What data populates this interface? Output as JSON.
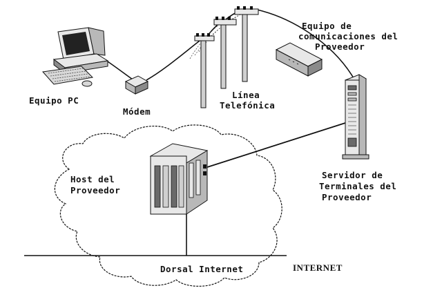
{
  "diagram": {
    "labels": {
      "equipo_pc": "Equipo PC",
      "modem": "Módem",
      "linea_line1": "Línea",
      "linea_line2": "Telefónica",
      "equipo_com_line1": "Equipo de",
      "equipo_com_line2": "comunicaciones del",
      "equipo_com_line3": "Proveedor",
      "servidor_line1": "Servidor de",
      "servidor_line2": "Terminales del",
      "servidor_line3": "Proveedor",
      "host_line1": "Host del",
      "host_line2": "Proveedor",
      "dorsal": "Dorsal Internet",
      "internet": "INTERNET"
    },
    "colors": {
      "ink": "#111111",
      "device_light": "#e8e8e8",
      "device_mid": "#b8b8b8",
      "device_dark": "#6a6a6a",
      "screen": "#222222"
    }
  }
}
